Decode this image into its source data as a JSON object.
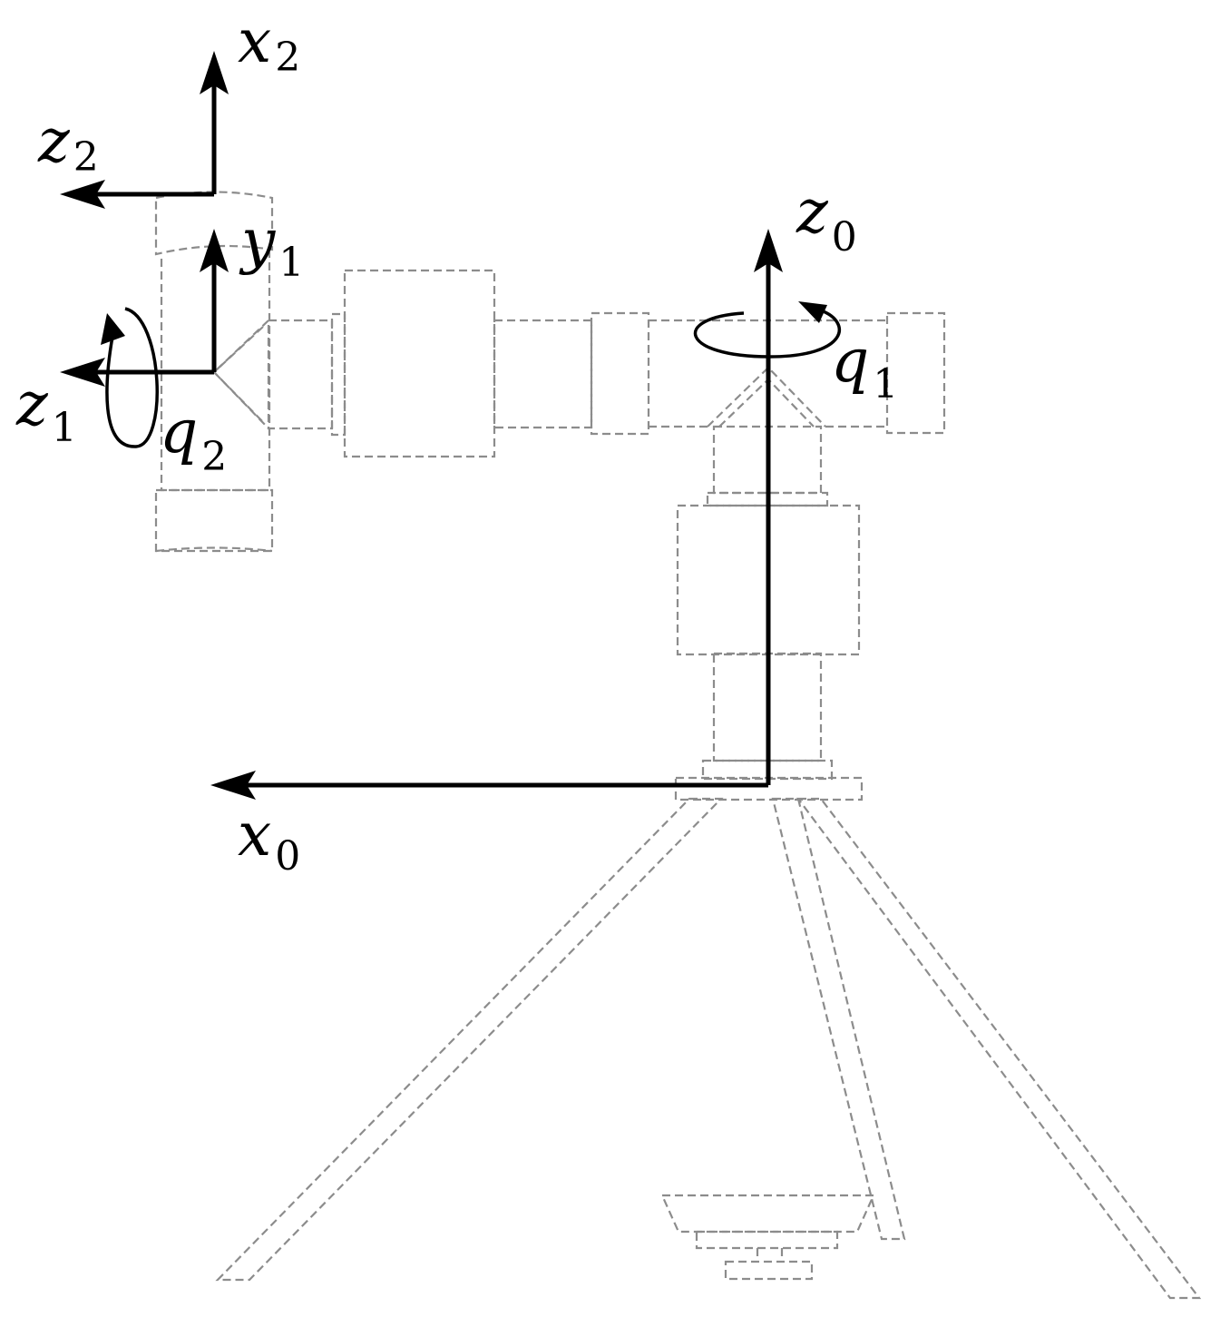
{
  "diagram": {
    "labels": {
      "x2": {
        "base": "x",
        "sub": "2"
      },
      "z2": {
        "base": "z",
        "sub": "2"
      },
      "y1": {
        "base": "y",
        "sub": "1"
      },
      "z1": {
        "base": "z",
        "sub": "1"
      },
      "q2": {
        "base": "q",
        "sub": "2"
      },
      "z0": {
        "base": "z",
        "sub": "0"
      },
      "q1": {
        "base": "q",
        "sub": "1"
      },
      "x0": {
        "base": "x",
        "sub": "0"
      }
    },
    "colors": {
      "axis": "#000000",
      "ghost_outline": "#8c8c8c",
      "background": "#ffffff"
    }
  }
}
